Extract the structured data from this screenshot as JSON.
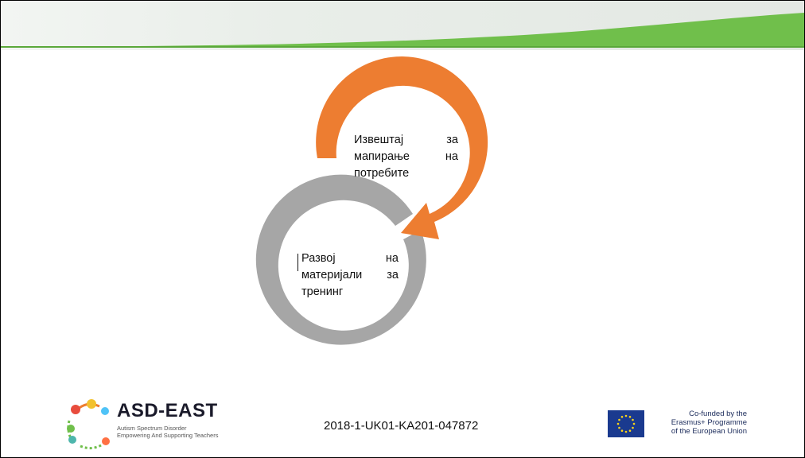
{
  "diagram": {
    "nodes": [
      {
        "id": "top",
        "lines": [
          [
            "Извештај",
            "за"
          ],
          [
            "мапирање",
            "на"
          ],
          [
            "потребите"
          ]
        ]
      },
      {
        "id": "bottom",
        "lines": [
          [
            "Развој",
            "на"
          ],
          [
            "материјали",
            "за"
          ],
          [
            "тренинг"
          ]
        ]
      }
    ],
    "colors": {
      "top_ring": "#ed7d31",
      "bottom_ring": "#a6a6a6",
      "header_green": "#70bf4b"
    }
  },
  "footer": {
    "logo": {
      "title": "ASD-EAST",
      "subtitle_1": "Autism Spectrum Disorder",
      "subtitle_2": "Empowering And Supporting Teachers"
    },
    "project_code": "2018-1-UK01-KA201-047872",
    "eu": {
      "line1": "Co-funded by the",
      "line2": "Erasmus+ Programme",
      "line3": "of the European Union"
    }
  }
}
